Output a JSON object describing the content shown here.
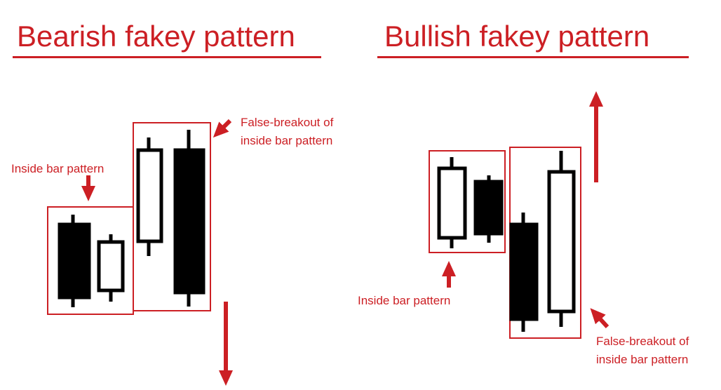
{
  "titles": {
    "left": "Bearish fakey pattern",
    "right": "Bullish fakey pattern"
  },
  "labels": {
    "inside_bar": "Inside bar pattern",
    "false_breakout_line1": "False-breakout of",
    "false_breakout_line2": "inside bar pattern"
  },
  "colors": {
    "accent": "#cc1f24",
    "candle": "#000000",
    "background": "#ffffff"
  },
  "icons": {
    "arrow": "arrow-icon"
  }
}
